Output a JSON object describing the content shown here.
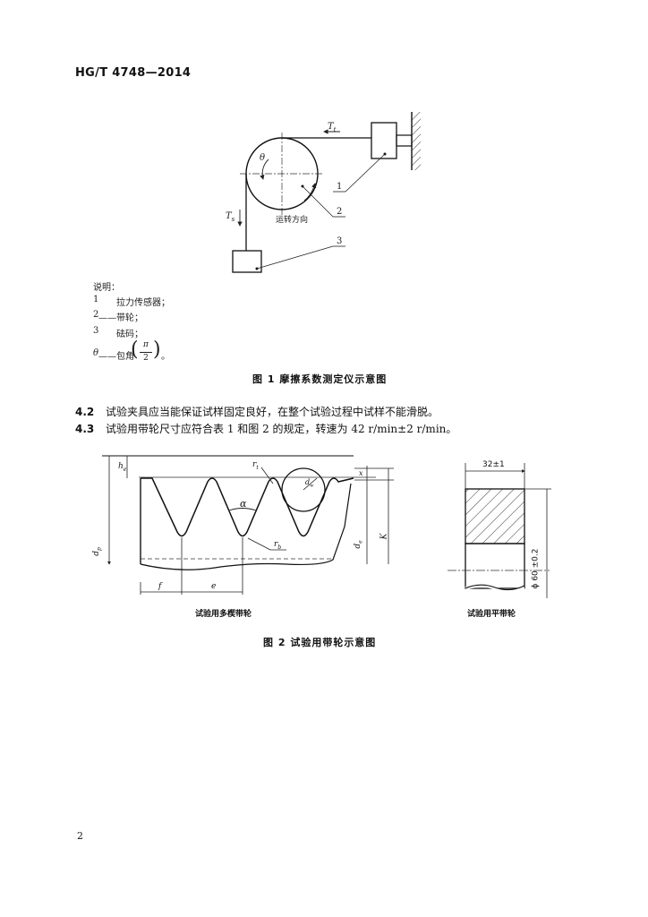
{
  "header": {
    "standard": "HG/T 4748—2014"
  },
  "figure1": {
    "labels": {
      "t1": "T",
      "t1_sub": "t",
      "t2": "T",
      "t2_sub": "s",
      "theta": "θ",
      "direction": "运转方向",
      "callout1": "1",
      "callout2": "2",
      "callout3": "3"
    },
    "legend_title": "说明：",
    "legend": [
      {
        "key": "1",
        "text": "拉力传感器；"
      },
      {
        "key": "2",
        "text": "——带轮；"
      },
      {
        "key": "3",
        "text": "砝码；"
      }
    ],
    "legend_theta": {
      "key": "θ",
      "text": "——包角",
      "frac_num": "π",
      "frac_den": "2",
      "end": "。"
    },
    "caption": "图 1   摩擦系数测定仪示意图"
  },
  "clauses": [
    {
      "number": "4.2",
      "text": "试验夹具应当能保证试样固定良好，在整个试验过程中试样不能滑脱。"
    },
    {
      "number": "4.3",
      "text": "试验用带轮尺寸应符合表 1 和图 2 的规定，转速为 42 r/min±2 r/min。"
    }
  ],
  "figure2": {
    "left_labels": {
      "he": "h",
      "he_sub": "e",
      "dp": "d",
      "dp_sub": "p",
      "de": "d",
      "de_sub": "e",
      "k": "K",
      "x": "x",
      "r1": "r",
      "r1_sub": "t",
      "rb": "r",
      "rb_sub": "b",
      "alpha": "α",
      "dw": "d",
      "dw_sub": "w",
      "f": "f",
      "e": "e"
    },
    "left_caption": "试验用多楔带轮",
    "right_labels": {
      "width": "32±1",
      "diameter": "ϕ 60 ±0.2"
    },
    "right_caption": "试验用平带轮",
    "caption": "图 2   试验用带轮示意图"
  },
  "page_number": "2"
}
